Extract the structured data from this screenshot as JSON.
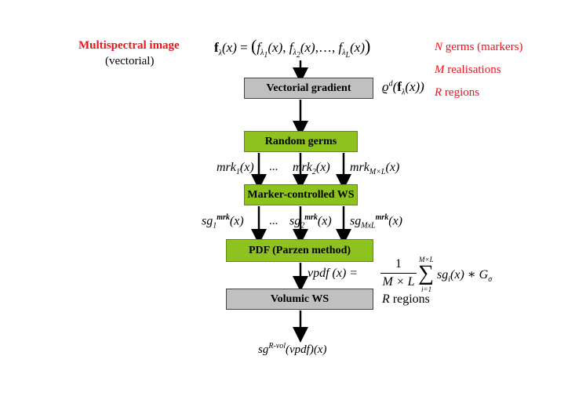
{
  "input": {
    "title": "Multispectral image",
    "subtitle": "(vectorial)",
    "formula_lhs": "f",
    "formula_rhs": "(x) = (f",
    "formula_full": "f_λ(x) = (f_λ1(x), f_λ2(x), …, f_λL(x))"
  },
  "params": {
    "germs_var": "N",
    "germs_text": " germs (markers)",
    "realisations_var": "M",
    "realisations_text": " realisations",
    "regions_var": "R",
    "regions_text": " regions"
  },
  "boxes": {
    "gradient": "Vectorial gradient",
    "random_germs": "Random germs",
    "marker_ws": "Marker-controlled WS",
    "pdf": "PDF (Parzen method)",
    "volumic_ws": "Volumic WS"
  },
  "labels": {
    "gradient_formula": "ϱd(fλ(x))",
    "ellipsis": "...",
    "mrk1": "mrk",
    "mrk1_sub": "1",
    "mrk2": "mrk",
    "mrk2_sub": "2",
    "mrkML": "mrk",
    "mrkML_sub": "M×L",
    "x_arg": "(x)",
    "sg": "sg",
    "sg1_sub": "1",
    "sg2_sub": "2",
    "sgML_sub": "MxL",
    "sg_sup": "mrk",
    "vpdf_lhs": "vpdf (x) =",
    "vpdf_num": "1",
    "vpdf_den": "M × L",
    "vpdf_sum_top": "M×L",
    "vpdf_sum_bottom": "i=1",
    "vpdf_term": "sg",
    "vpdf_term_sub": "i",
    "vpdf_term_rest": "(x) ∗ G",
    "vpdf_sigma": "σ",
    "regions_var": "R",
    "regions_text": " regions",
    "output_sg": "sg",
    "output_sup": "R-vol",
    "output_rest": "(vpdf)(x)"
  }
}
